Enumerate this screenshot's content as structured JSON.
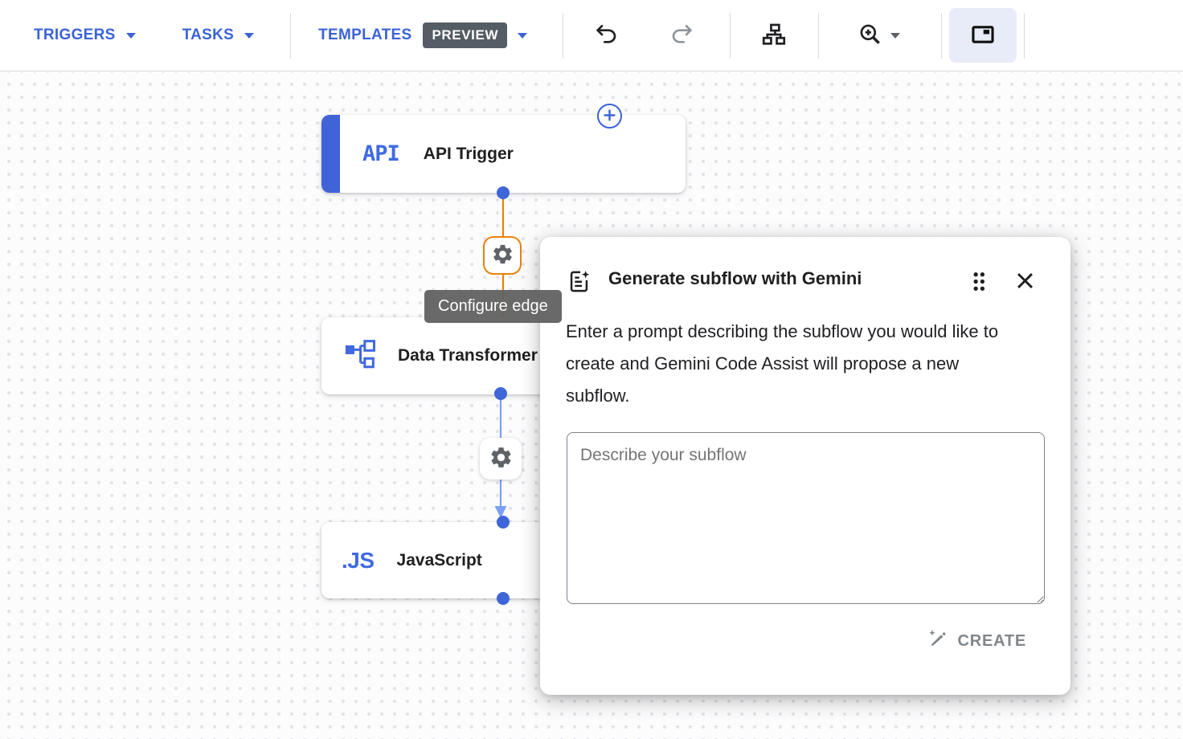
{
  "toolbar": {
    "triggers": "TRIGGERS",
    "tasks": "TASKS",
    "templates": "TEMPLATES",
    "preview": "PREVIEW"
  },
  "canvas": {
    "api_node": {
      "icon_text": "API",
      "label": "API Trigger"
    },
    "transformer_node": {
      "label": "Data Transformer"
    },
    "js_node": {
      "icon_text": ".JS",
      "label": "JavaScript"
    },
    "edge_tooltip": "Configure edge"
  },
  "dialog": {
    "title": "Generate subflow with Gemini",
    "description": "Enter a prompt describing the subflow you would like to create and Gemini Code Assist will propose a new subflow.",
    "prompt_placeholder": "Describe your subflow",
    "create": "CREATE"
  },
  "colors": {
    "accent_blue": "#3B63D6",
    "node_bar_blue": "#4163D8",
    "edge_orange": "#E8820C",
    "edge_blue": "#7BA0F4",
    "preview_badge_bg": "#545C64",
    "tooltip_bg": "#616161",
    "active_tool_bg": "#E8ECF8"
  }
}
